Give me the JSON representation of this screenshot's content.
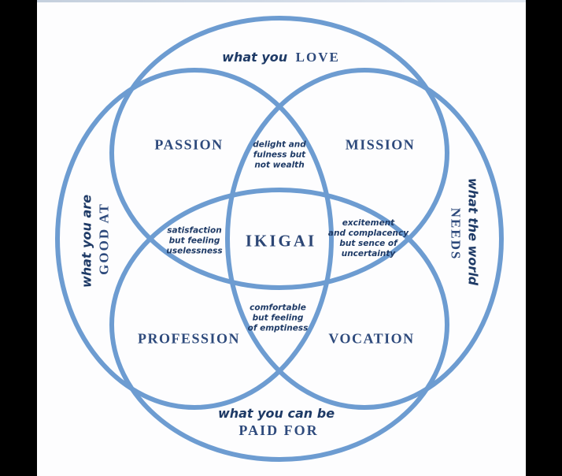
{
  "title": "IKIGAI venn diagram",
  "colors": {
    "circle_stroke": "#6d9cd1",
    "serif_text": "#2e4a7c",
    "script_text": "#1e3a66",
    "background": "#fdfdfe",
    "edge_bars": "#000000"
  },
  "center_label": "IKIGAI",
  "regions": {
    "passion": "PASSION",
    "mission": "MISSION",
    "profession": "PROFESSION",
    "vocation": "VOCATION"
  },
  "axes": {
    "top": {
      "script": "what you",
      "serif": "LOVE"
    },
    "left": {
      "script": "what you are",
      "serif": "GOOD AT"
    },
    "right": {
      "script": "what the world",
      "serif": "NEEDS"
    },
    "bottom": {
      "script": "what you can be",
      "serif": "PAID FOR"
    }
  },
  "overlaps": {
    "top": [
      "delight and",
      "fulness but",
      "not wealth"
    ],
    "left": [
      "satisfaction",
      "but feeling",
      "uselessness"
    ],
    "right": [
      "excitement",
      "and complacency",
      "but sence of",
      "uncertainty"
    ],
    "bottom": [
      "comfortable",
      "but feeling",
      "of emptiness"
    ]
  }
}
